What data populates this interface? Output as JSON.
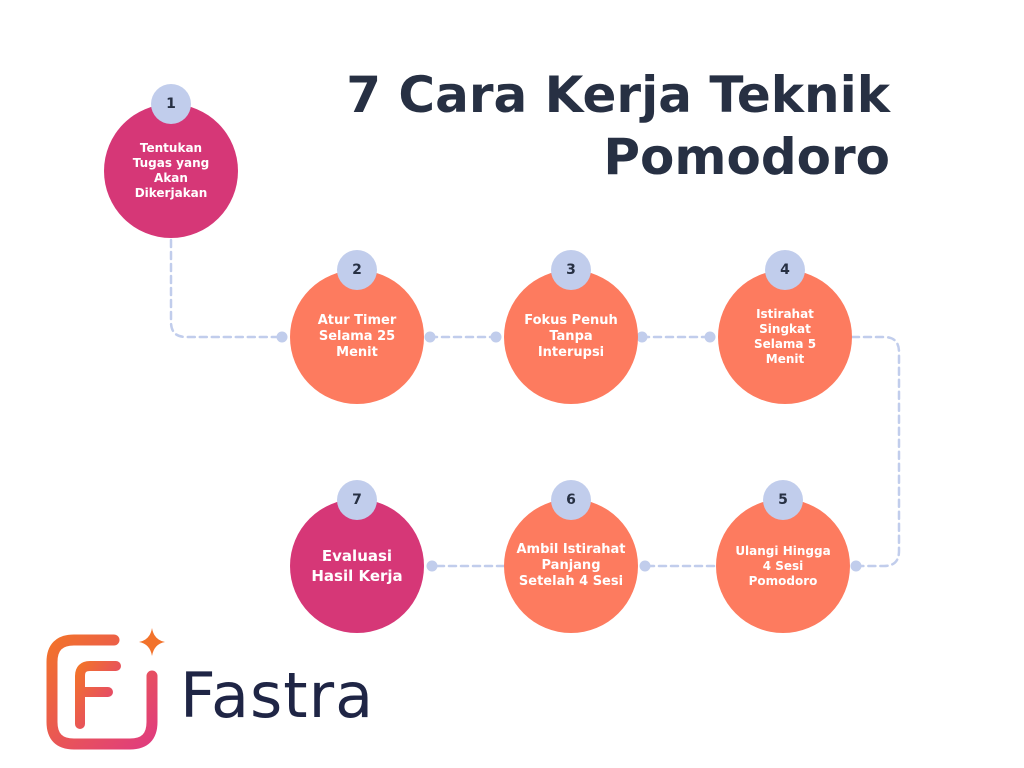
{
  "title": {
    "line1": "7 Cara Kerja Teknik",
    "line2": "Pomodoro"
  },
  "colors": {
    "title": "#273043",
    "pink": "#d63777",
    "orange": "#fd7b5f",
    "badge": "#c1cdec",
    "connector": "#c1cdec",
    "brand_text": "#1f2545",
    "logo_orange": "#f2722b",
    "logo_pink": "#e03c7e"
  },
  "steps": [
    {
      "number": "1",
      "label": "Tentukan Tugas yang Akan Dikerjakan",
      "color": "pink"
    },
    {
      "number": "2",
      "label": "Atur Timer Selama 25 Menit",
      "color": "orange"
    },
    {
      "number": "3",
      "label": "Fokus Penuh Tanpa Interupsi",
      "color": "orange"
    },
    {
      "number": "4",
      "label": "Istirahat Singkat Selama 5 Menit",
      "color": "orange"
    },
    {
      "number": "5",
      "label": "Ulangi Hingga 4 Sesi Pomodoro",
      "color": "orange"
    },
    {
      "number": "6",
      "label": "Ambil Istirahat Panjang Setelah 4 Sesi",
      "color": "orange"
    },
    {
      "number": "7",
      "label": "Evaluasi Hasil Kerja",
      "color": "pink"
    }
  ],
  "brand": {
    "name": "Fastra",
    "logo_icon": "fastra-logo-icon"
  }
}
